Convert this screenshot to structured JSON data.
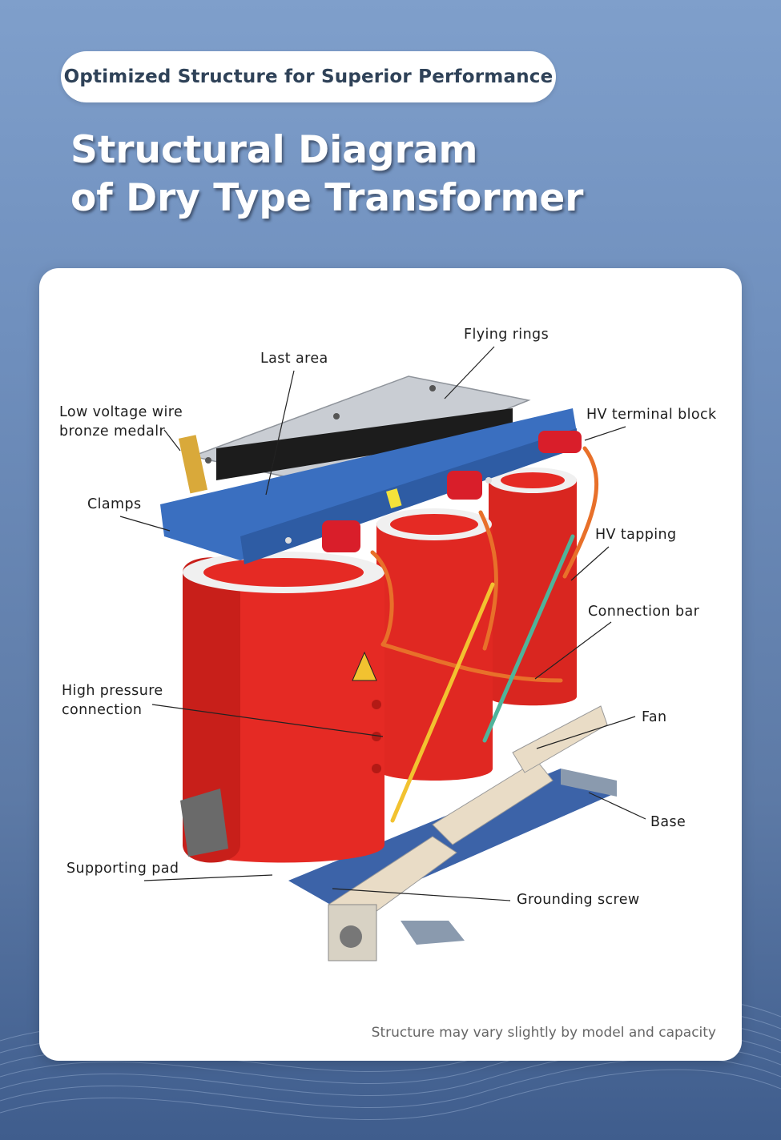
{
  "header": {
    "badge": "Optimized Structure for Superior Performance",
    "title_line1": "Structural Diagram",
    "title_line2": "of Dry Type Transformer"
  },
  "labels": {
    "flying_rings": "Flying rings",
    "last_area": "Last area",
    "low_voltage_line1": "Low voltage wire",
    "low_voltage_line2": "bronze medalr",
    "hv_terminal_block": "HV terminal block",
    "clamps": "Clamps",
    "hv_tapping": "HV tapping",
    "connection_bar": "Connection bar",
    "high_pressure_line1": "High pressure",
    "high_pressure_line2": "connection",
    "fan": "Fan",
    "base": "Base",
    "supporting_pad": "Supporting pad",
    "grounding_screw": "Grounding screw"
  },
  "footnote": "Structure may vary slightly by model and capacity",
  "colors": {
    "background": "#6f8fbd",
    "card": "#ffffff",
    "coil_red": "#e52a24",
    "clamp_blue": "#3a6fc0",
    "badge_text": "#2f4258"
  }
}
